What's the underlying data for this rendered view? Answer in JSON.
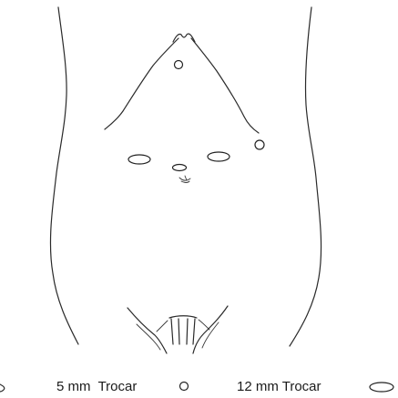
{
  "legend": {
    "item_5mm": {
      "label": "5 mm  Trocar",
      "icon": "small-circle-icon"
    },
    "item_12mm": {
      "label": "12 mm Trocar",
      "icon": "ellipse-icon"
    },
    "left_fragment_icon": "ellipse-fragment-icon"
  },
  "trocar_sites": {
    "five_mm_count": 3,
    "twelve_mm_count": 2
  },
  "colors": {
    "ink": "#2a2a2a",
    "background": "#ffffff"
  }
}
